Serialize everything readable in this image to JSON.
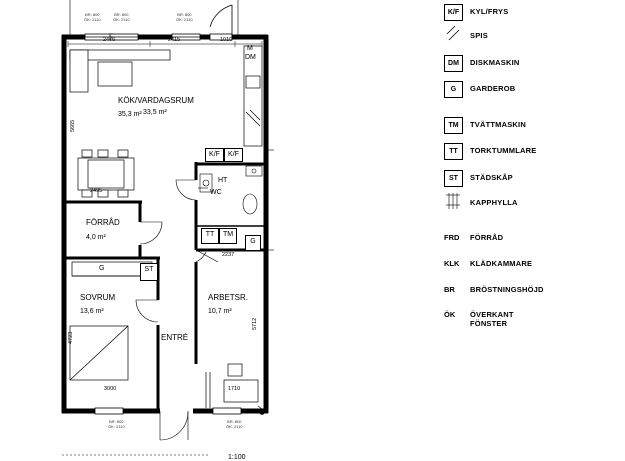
{
  "rooms": {
    "kitchen": {
      "name": "KÖK/VARDAGSRUM",
      "area": "35,3 m²",
      "area_alt": "33,5 m²"
    },
    "storage": {
      "name": "FÖRRÅD",
      "area": "4,0 m²"
    },
    "bedroom": {
      "name": "SOVRUM",
      "area": "13,6 m²"
    },
    "office": {
      "name": "ARBETSR.",
      "area": "10,7 m²"
    },
    "entry": {
      "name": "ENTRÉ"
    },
    "wc": {
      "ht": "HT",
      "wc": "WC"
    }
  },
  "fixtures": {
    "kf": "K/F",
    "m": "M",
    "dm": "DM",
    "g": "G",
    "tt": "TT",
    "tm": "TM",
    "st": "ST"
  },
  "dimensions": {
    "d2476": "2476",
    "d2415": "2415",
    "d1010": "1010",
    "d5665": "5665",
    "d2495": "2495",
    "d2237": "2237",
    "d5712": "5712",
    "d4723": "4723",
    "d3000": "3000",
    "d1710": "1710"
  },
  "window_notes": {
    "br": "BR: 800",
    "ok": "ÖK: 2110"
  },
  "scale": "1:100",
  "legend": [
    {
      "code": "K/F",
      "text": "KYL/FRYS"
    },
    {
      "code": "",
      "icon": "stove-icon",
      "text": "SPIS"
    },
    {
      "code": "DM",
      "text": "DISKMASKIN"
    },
    {
      "code": "G",
      "text": "GARDEROB"
    },
    {
      "code": "TM",
      "text": "TVÄTTMASKIN"
    },
    {
      "code": "TT",
      "text": "TORKTUMMLARE"
    },
    {
      "code": "ST",
      "text": "STÄDSKÅP"
    },
    {
      "code": "",
      "icon": "coat-rack-icon",
      "text": "KAPPHYLLA"
    }
  ],
  "abbreviations": [
    {
      "code": "FRD",
      "text": "FÖRRÅD"
    },
    {
      "code": "KLK",
      "text": "KLÄDKAMMARE"
    },
    {
      "code": "BR",
      "text": "BRÖSTNINGSHÖJD"
    },
    {
      "code": "ÖK",
      "text": "ÖVERKANT FÖNSTER"
    }
  ]
}
